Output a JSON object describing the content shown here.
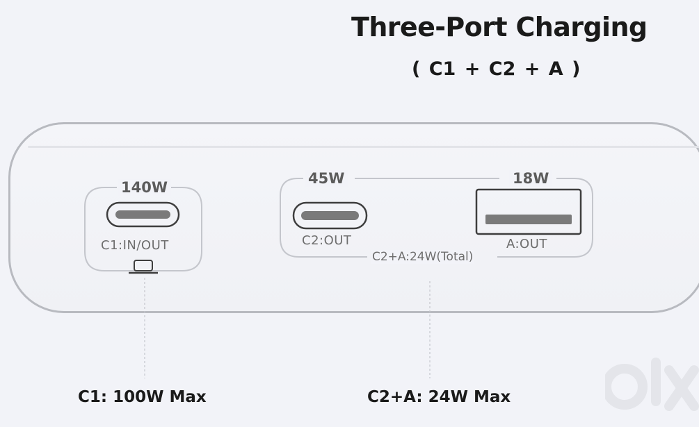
{
  "header": {
    "title": "Three-Port Charging",
    "subtitle": "( C1 + C2 + A )"
  },
  "ports": {
    "c1": {
      "wattage": "140W",
      "label": "C1:IN/OUT",
      "connector_icon": "usb-c-port-icon",
      "laptop_icon": "laptop-icon"
    },
    "c2": {
      "wattage": "45W",
      "label": "C2:OUT",
      "connector_icon": "usb-c-port-icon"
    },
    "a": {
      "wattage": "18W",
      "label": "A:OUT",
      "connector_icon": "usb-a-port-icon"
    },
    "group_total": "C2+A:24W(Total)"
  },
  "footer": {
    "c1_max": "C1: 100W Max",
    "c2a_max": "C2+A: 24W Max"
  },
  "colors": {
    "background": "#f2f3f8",
    "outline": "#b8bac0",
    "port_fill": "#777777",
    "text": "#1a1a1a"
  }
}
